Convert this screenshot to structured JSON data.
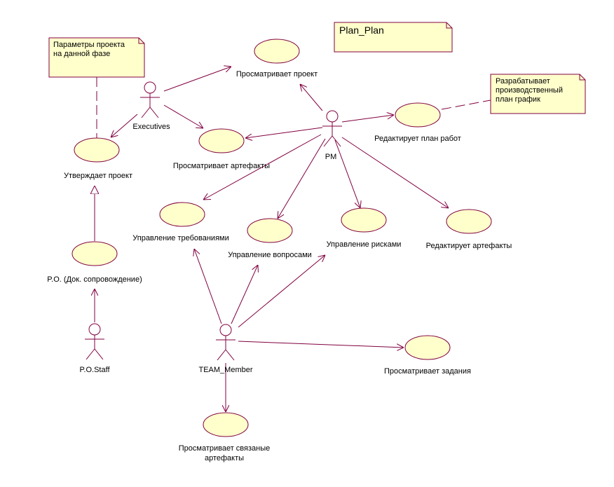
{
  "colors": {
    "line": "#800040",
    "usecase_fill": "#ffffcc",
    "note_fill": "#ffffcc",
    "note_border": "#800040",
    "background": "#ffffff"
  },
  "title_note": {
    "text": "Plan_Plan"
  },
  "notes": {
    "phase_params": {
      "lines": [
        "Параметры проекта",
        "на данной фазе"
      ]
    },
    "plan_schedule": {
      "lines": [
        "Разрабатывает",
        "производственный",
        "план график"
      ]
    }
  },
  "actors": {
    "executives": {
      "name": "Executives",
      "icon": "stick-figure-actor-icon"
    },
    "pm": {
      "name": "PM",
      "icon": "stick-figure-actor-icon"
    },
    "po_staff": {
      "name": "P.O.Staff",
      "icon": "stick-figure-actor-icon"
    },
    "team_member": {
      "name": "TEAM_Member",
      "icon": "stick-figure-actor-icon"
    }
  },
  "use_cases": {
    "view_project": {
      "label": "Просматривает проект"
    },
    "view_artifacts": {
      "label": "Просматривает артефакты"
    },
    "edit_work_plan": {
      "label": "Редактирует план работ"
    },
    "approve_project": {
      "label": "Утверждает проект"
    },
    "manage_requirements": {
      "label": "Управление требованиями"
    },
    "manage_questions": {
      "label": "Управление вопросами"
    },
    "manage_risks": {
      "label": "Управление рисками"
    },
    "edit_artifacts": {
      "label": "Редактирует артефакты"
    },
    "po_doc_support": {
      "label": "P.O. (Док. сопровождение)"
    },
    "view_tasks": {
      "label": "Просматривает задания"
    },
    "view_linked_artifacts": {
      "lines": [
        "Просматривает связаные",
        "артефакты"
      ]
    }
  }
}
